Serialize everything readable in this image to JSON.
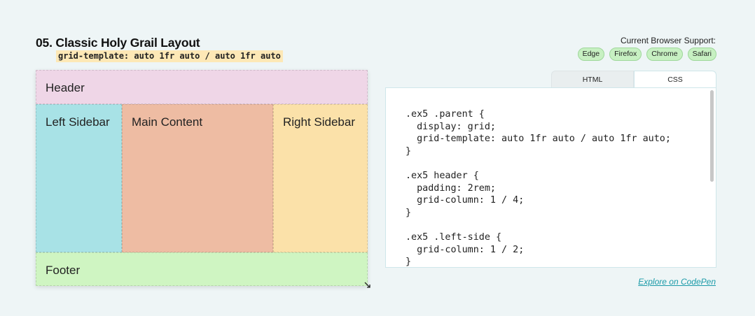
{
  "section": {
    "title": "05. Classic Holy Grail Layout",
    "code_badge": "grid-template: auto 1fr auto / auto 1fr auto"
  },
  "browser_support": {
    "label": "Current Browser Support:",
    "browsers": [
      "Edge",
      "Firefox",
      "Chrome",
      "Safari"
    ]
  },
  "demo": {
    "header": "Header",
    "left_sidebar": "Left Sidebar",
    "main_content": "Main Content",
    "right_sidebar": "Right Sidebar",
    "footer": "Footer"
  },
  "code_panel": {
    "tabs": [
      "HTML",
      "CSS"
    ],
    "active_tab": "CSS",
    "code": ".ex5 .parent {\n  display: grid;\n  grid-template: auto 1fr auto / auto 1fr auto;\n}\n\n.ex5 header {\n  padding: 2rem;\n  grid-column: 1 / 4;\n}\n\n.ex5 .left-side {\n  grid-column: 1 / 2;\n}"
  },
  "link": {
    "label": "Explore on CodePen"
  },
  "colors": {
    "header": "#efd6e7",
    "left_sidebar": "#a8e2e6",
    "main_content": "#eebca3",
    "right_sidebar": "#fbe1a9",
    "footer": "#cff5c2",
    "badge_bg": "#c7f0c2",
    "link": "#1a9aa8"
  },
  "icons": {
    "resize_handle": "resize-handle-icon"
  }
}
